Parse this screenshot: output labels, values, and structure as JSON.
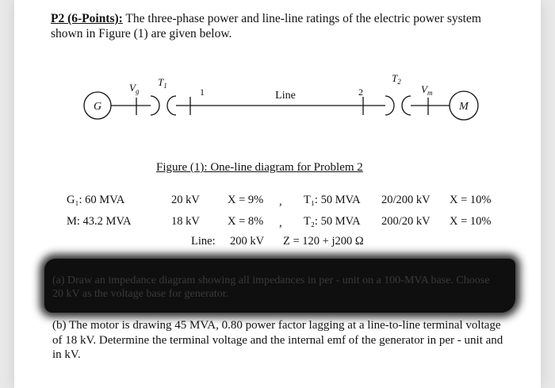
{
  "problem": {
    "label": "P2 (6-Points):",
    "text": " The three-phase power and line-line ratings of the electric power system shown in Figure (1) are given below."
  },
  "diagram": {
    "generator_label": "G",
    "motor_label": "M",
    "vg_label": "V",
    "vg_sub": "g",
    "vm_label": "V",
    "vm_sub": "m",
    "t1_label": "T",
    "t1_sub": "1",
    "t2_label": "T",
    "t2_sub": "2",
    "bus1_label": "1",
    "bus2_label": "2",
    "line_label": "Line"
  },
  "caption": "Figure (1): One-line diagram for Problem 2",
  "ratings": {
    "g1_name": "G₁: 60 MVA",
    "g1_kv": "20 kV",
    "g1_x": "X = 9%",
    "t1_name": "T₁: 50 MVA",
    "t1_kv": "20/200 kV",
    "t1_x": "X = 10%",
    "m_name": "M: 43.2 MVA",
    "m_kv": "18 kV",
    "m_x": "X = 8%",
    "t2_name": "T₂: 50 MVA",
    "t2_kv": "200/20 kV",
    "t2_x": "X = 10%",
    "line_name": "Line:",
    "line_kv": "200 kV",
    "line_z": "Z = 120 + j200 Ω",
    "sep": ","
  },
  "part_a": "(a) Draw an impedance diagram showing all impedances in per - unit on a 100-MVA base. Choose 20 kV as the voltage base for generator.",
  "part_b": "(b) The motor is drawing 45 MVA, 0.80 power factor lagging at a line-to-line terminal voltage of 18 kV. Determine the terminal voltage and the internal emf of the generator in per - unit and in kV."
}
